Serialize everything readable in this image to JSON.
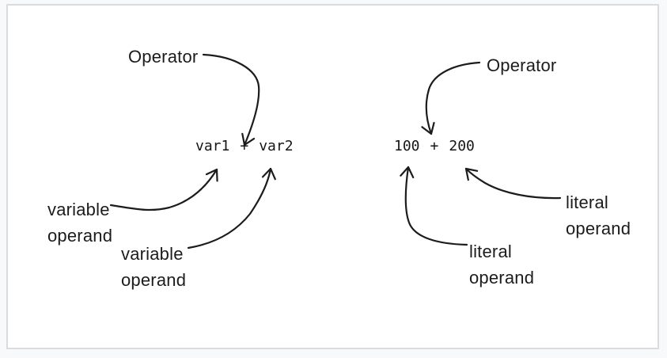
{
  "canvas": {
    "background": "#f8f9fb",
    "panel_background": "#ffffff",
    "border_color": "#d9dbde",
    "ink": "#1c1c1c"
  },
  "diagrams": [
    {
      "id": "variable-expression",
      "expression": {
        "left_operand": "var1",
        "operator": "+",
        "right_operand": "var2"
      },
      "annotations": {
        "operator": "Operator",
        "left_operand": "variable\noperand",
        "right_operand": "variable\noperand"
      }
    },
    {
      "id": "literal-expression",
      "expression": {
        "left_operand": "100",
        "operator": "+",
        "right_operand": "200"
      },
      "annotations": {
        "operator": "Operator",
        "left_operand": "literal\noperand",
        "right_operand": "literal\noperand"
      }
    }
  ]
}
